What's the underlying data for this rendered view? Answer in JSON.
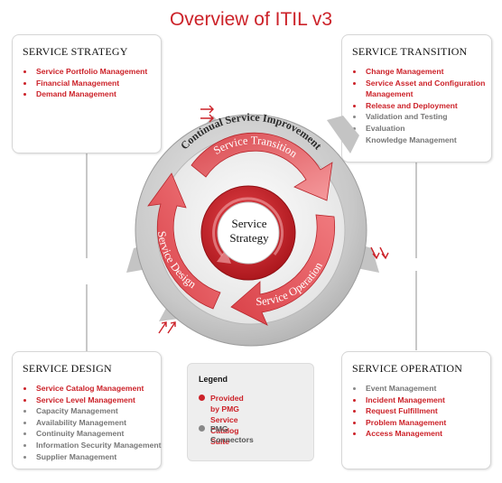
{
  "title": "Overview of ITIL v3",
  "colors": {
    "accent": "#cc2229",
    "muted": "#777777",
    "ring": "#c4c4c4"
  },
  "panels": {
    "strategy": {
      "heading": "SERVICE STRATEGY",
      "items": [
        {
          "label": "Service Portfolio Management",
          "highlight": true
        },
        {
          "label": "Financial Management",
          "highlight": true
        },
        {
          "label": "Demand Management",
          "highlight": true
        }
      ]
    },
    "transition": {
      "heading": "SERVICE TRANSITION",
      "items": [
        {
          "label": "Change Management",
          "highlight": true
        },
        {
          "label": "Service Asset and Configuration",
          "highlight": true
        },
        {
          "label": "Management",
          "highlight": true,
          "continuation": true
        },
        {
          "label": "Release and Deployment",
          "highlight": true
        },
        {
          "label": "Validation and Testing",
          "highlight": false
        },
        {
          "label": "Evaluation",
          "highlight": false
        },
        {
          "label": "Knowledge Management",
          "highlight": false
        }
      ]
    },
    "design": {
      "heading": "SERVICE DESIGN",
      "items": [
        {
          "label": "Service Catalog Management",
          "highlight": true
        },
        {
          "label": "Service Level Management",
          "highlight": true
        },
        {
          "label": "Capacity Management",
          "highlight": false
        },
        {
          "label": "Availability Management",
          "highlight": false
        },
        {
          "label": "Continuity Management",
          "highlight": false
        },
        {
          "label": "Information Security Management",
          "highlight": false
        },
        {
          "label": "Supplier Management",
          "highlight": false
        }
      ]
    },
    "operation": {
      "heading": "SERVICE OPERATION",
      "items": [
        {
          "label": "Event Management",
          "highlight": false
        },
        {
          "label": "Incident Management",
          "highlight": true
        },
        {
          "label": "Request Fulfillment",
          "highlight": true
        },
        {
          "label": "Problem Management",
          "highlight": true
        },
        {
          "label": "Access Management",
          "highlight": true
        }
      ]
    }
  },
  "diagram": {
    "outer_ring": "Continual Service Improvement",
    "arrow_transition": "Service Transition",
    "arrow_operation": "Service Operation",
    "arrow_design": "Service Design",
    "center_line1": "Service",
    "center_line2": "Strategy"
  },
  "legend": {
    "title": "Legend",
    "provided_line1": "Provided by PMG Service",
    "provided_line2": "Catalog Suite",
    "connectors": "PMG Connectors",
    "provided_color": "#cc2229",
    "connector_color": "#888888"
  }
}
